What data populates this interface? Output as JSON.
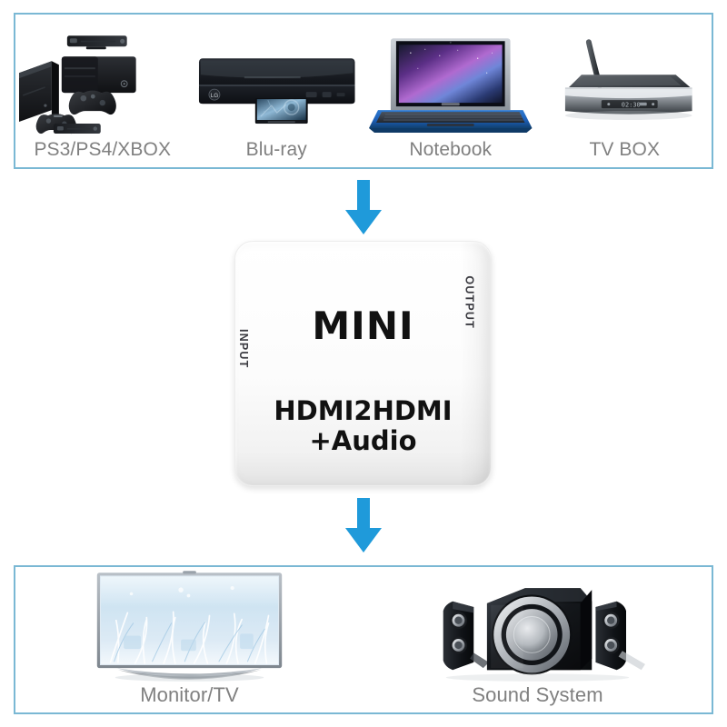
{
  "diagram": {
    "title": "HDMI2HDMI + Audio mini converter connection diagram",
    "accent_color": "#1f9ada",
    "box_border_color": "#7ab8d4",
    "label_color": "#808080"
  },
  "source_box": {
    "name": "input-sources",
    "devices": [
      {
        "label": "PS3/PS4/XBOX",
        "icon": "game-console-icon"
      },
      {
        "label": "Blu-ray",
        "icon": "bluray-player-icon"
      },
      {
        "label": "Notebook",
        "icon": "laptop-icon"
      },
      {
        "label": "TV BOX",
        "icon": "tv-box-icon"
      }
    ]
  },
  "arrows": [
    {
      "name": "arrow-top",
      "direction": "down",
      "color": "#1f9ada"
    },
    {
      "name": "arrow-bottom",
      "direction": "down",
      "color": "#1f9ada"
    }
  ],
  "converter": {
    "brand_text": "MINI",
    "input_label": "INPUT",
    "output_label": "OUTPUT",
    "model_line1": "HDMI2HDMI",
    "model_line2": "+Audio",
    "body_color": "#ffffff"
  },
  "dest_box": {
    "name": "output-devices",
    "devices": [
      {
        "label": "Monitor/TV",
        "icon": "television-icon"
      },
      {
        "label": "Sound System",
        "icon": "speaker-system-icon"
      }
    ]
  }
}
